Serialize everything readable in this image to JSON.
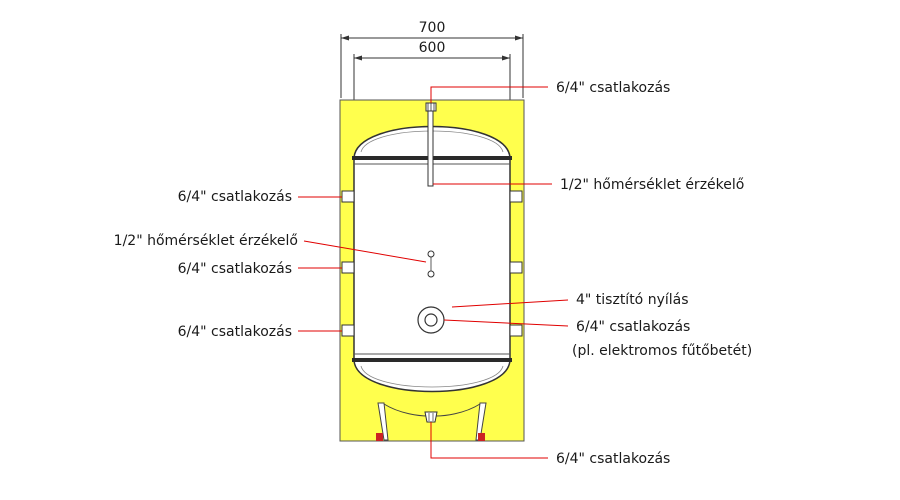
{
  "dimensions": {
    "outer_width": "700",
    "inner_width": "600"
  },
  "labels": {
    "top_connection": "6/4\" csatlakozás",
    "upper_sensor": "1/2\" hőmérséklet érzékelő",
    "left_connection_upper": "6/4\" csatlakozás",
    "left_sensor": "1/2\" hőmérséklet érzékelő",
    "left_connection_middle": "6/4\" csatlakozás",
    "left_connection_lower": "6/4\" csatlakozás",
    "cleaning_opening": "4\" tisztító nyílás",
    "heater_connection": "6/4\" csatlakozás",
    "heater_note": "(pl. elektromos fűtőbetét)",
    "bottom_connection": "6/4\" csatlakozás"
  },
  "colors": {
    "frame_yellow": "#ffff4d",
    "leader_red": "#e00000",
    "outline": "#333333",
    "band_dark": "#2a2a2a",
    "tank_fill": "#ffffff"
  }
}
